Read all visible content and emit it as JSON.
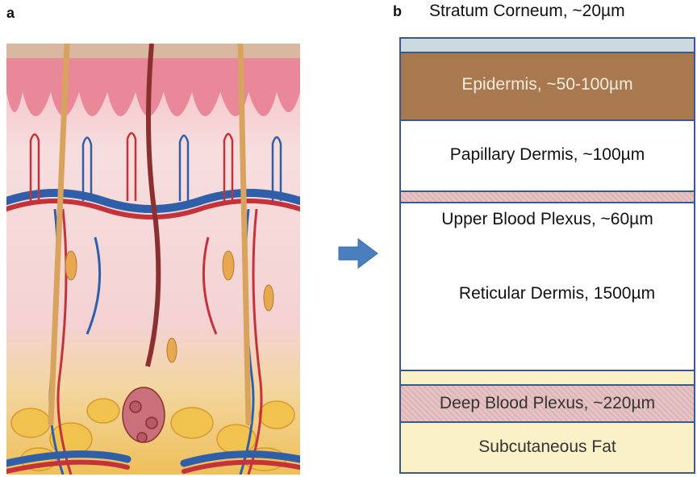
{
  "panel_a": {
    "letter": "a"
  },
  "panel_b": {
    "letter": "b",
    "title": "Stratum Corneum, ~20µm",
    "layers": [
      {
        "id": "stratum-corneum",
        "label": "",
        "color": "#cdd9e1"
      },
      {
        "id": "epidermis",
        "label": "Epidermis, ~50-100µm",
        "color": "#a8784f",
        "text_color": "#f4ece2"
      },
      {
        "id": "papillary-dermis",
        "label": "Papillary Dermis, ~100µm",
        "color": "#ffffff",
        "text_color": "#111111"
      },
      {
        "id": "upper-blood-plexus-band",
        "label": "",
        "color": "#e6c3c5"
      },
      {
        "id": "reticular-dermis",
        "label": "Reticular Dermis, 1500µm",
        "secondary_label": "Upper Blood Plexus, ~60µm",
        "color": "#ffffff",
        "text_color": "#111111"
      },
      {
        "id": "pale-band",
        "label": "",
        "color": "#fbf1c9"
      },
      {
        "id": "deep-blood-plexus",
        "label": "Deep Blood Plexus, ~220µm",
        "color": "#e6c3c5",
        "text_color": "#333333"
      },
      {
        "id": "subcutaneous-fat",
        "label": "Subcutaneous Fat",
        "color": "#fbf1c9",
        "text_color": "#333333"
      }
    ]
  },
  "arrow": {
    "color": "#4a7fbf"
  },
  "colors": {
    "skin_pink": "#ec9aa8",
    "dermis_light": "#f6e1e0",
    "fat_yellow": "#f0c85a",
    "vein_blue": "#2f5fa8",
    "artery_red": "#c4323a",
    "hair": "#e0b070"
  }
}
